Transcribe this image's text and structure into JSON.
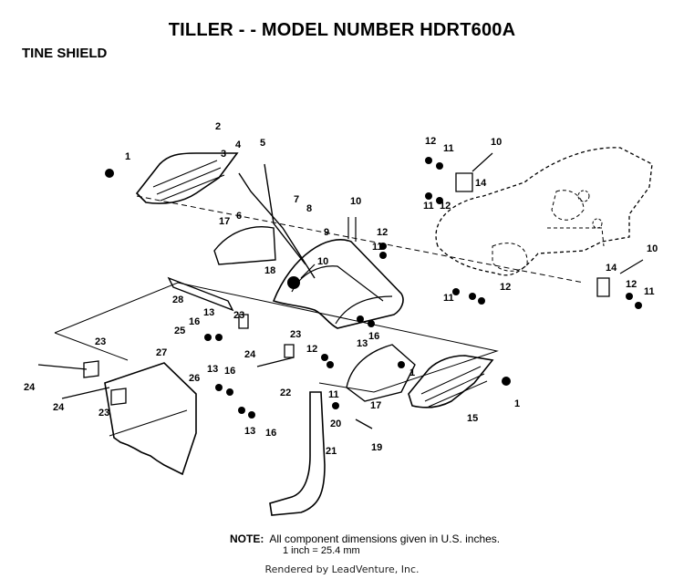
{
  "title": "TILLER - - MODEL NUMBER HDRT600A",
  "subtitle": "TINE SHIELD",
  "note": {
    "label": "NOTE:",
    "line1": "All component dimensions given in U.S. inches.",
    "line2": "1 inch = 25.4 mm"
  },
  "credit": "Rendered by LeadVenture, Inc.",
  "part_labels": [
    "1",
    "2",
    "3",
    "4",
    "5",
    "6",
    "7",
    "8",
    "9",
    "10",
    "10",
    "10",
    "10",
    "11",
    "11",
    "11",
    "11",
    "11",
    "12",
    "12",
    "12",
    "12",
    "12",
    "13",
    "13",
    "13",
    "13",
    "14",
    "14",
    "15",
    "16",
    "16",
    "16",
    "16",
    "17",
    "17",
    "18",
    "19",
    "20",
    "21",
    "22",
    "23",
    "23",
    "23",
    "23",
    "24",
    "24",
    "24",
    "25",
    "26",
    "27",
    "28",
    "1",
    "1",
    "11",
    "12"
  ]
}
